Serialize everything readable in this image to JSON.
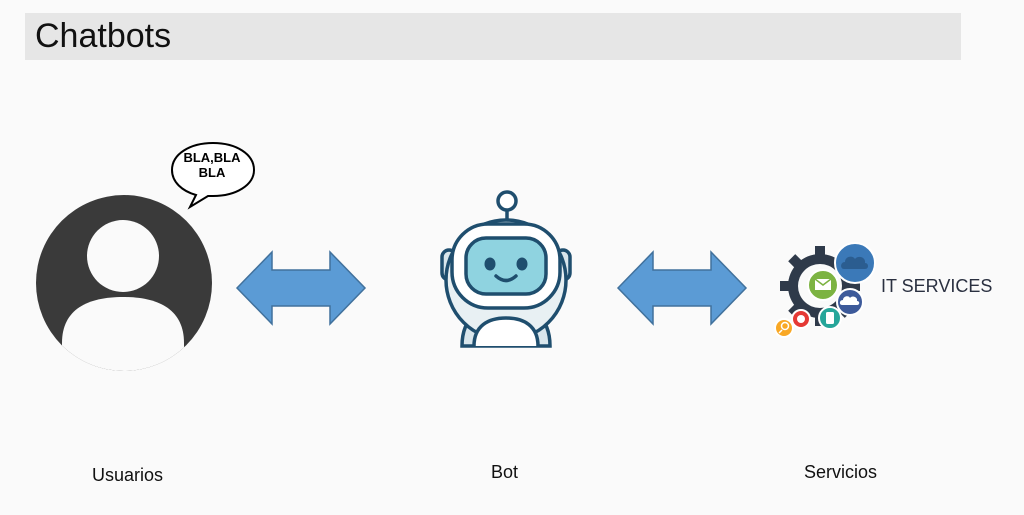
{
  "title": "Chatbots",
  "speech_bubble": {
    "line1": "BLA,BLA",
    "line2": "BLA"
  },
  "nodes": {
    "user": {
      "label": "Usuarios"
    },
    "bot": {
      "label": "Bot"
    },
    "services": {
      "label": "Servicios",
      "logo_text": "IT SERVICES"
    }
  },
  "colors": {
    "arrow": "#5b9bd5",
    "arrow_border": "#41719c",
    "user_icon": "#3a3a3a",
    "bot_outline": "#1f4e6e",
    "bot_face": "#8fd3e0",
    "title_bar": "#e6e6e6"
  },
  "icons": [
    "user-avatar-icon",
    "speech-bubble-icon",
    "robot-icon",
    "it-services-gear-icon"
  ]
}
